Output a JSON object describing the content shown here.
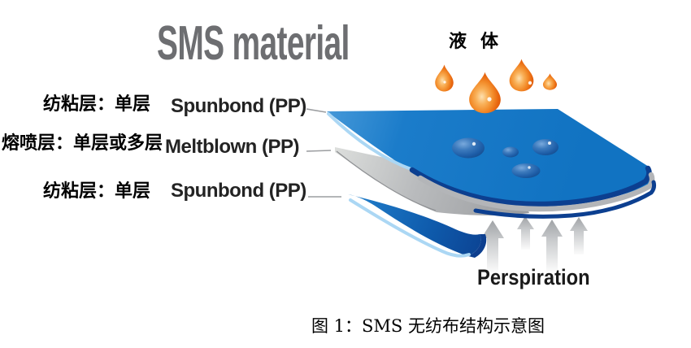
{
  "title": "SMS material",
  "liquid_label": "液体",
  "layers": [
    {
      "zh": "纺粘层：单层",
      "en": "Spunbond (PP)"
    },
    {
      "zh": "熔喷层：单层或多层",
      "en": "Meltblown (PP)"
    },
    {
      "zh": "纺粘层：单层",
      "en": "Spunbond (PP)"
    }
  ],
  "perspiration_label": "Perspiration",
  "caption": "图 1：SMS 无纺布结构示意图",
  "colors": {
    "title_gray": "#6d6e71",
    "layer_blue": "#1478c8",
    "layer_edge_navy": "#0c3f90",
    "layer_edge_lightblue": "#abd7f4",
    "meltblown_gray": "#b4b6b9",
    "droplet_orange": "#ef7f1e",
    "arrow_gray": "#b0b2b5",
    "leader_line_gray": "#9b9da0",
    "text_black": "#1d1d1f"
  },
  "icons": {
    "liquid_droplets": "teardrop-icon",
    "surface_droplets": "water-bead-icon",
    "perspiration_arrows": "up-arrow-icon"
  }
}
